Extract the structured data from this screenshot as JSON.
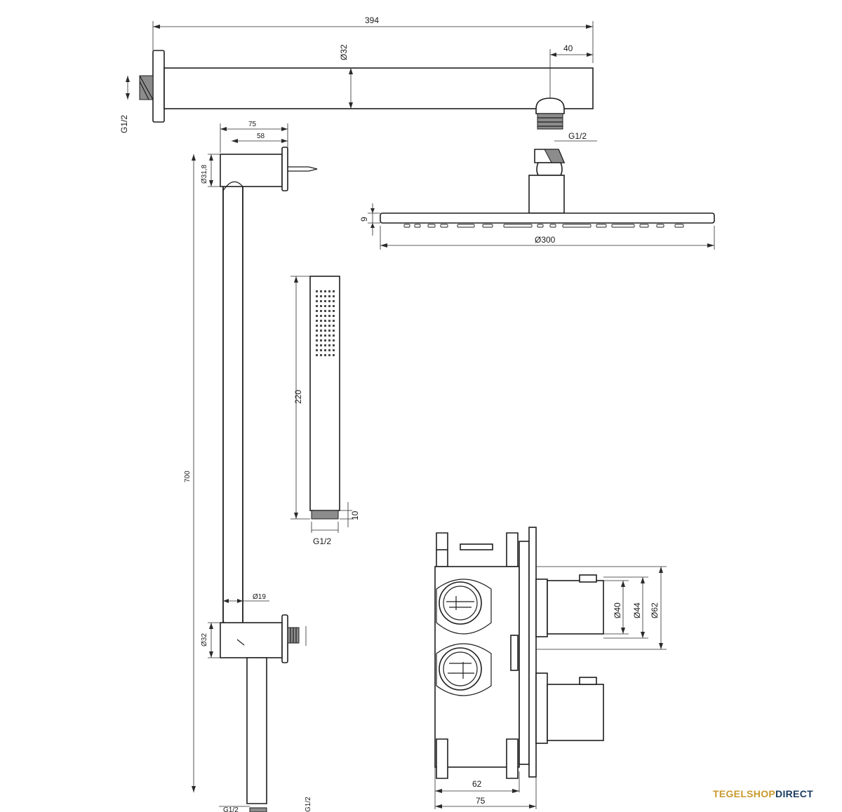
{
  "labels": {
    "arm_length": "394",
    "arm_diameter": "Ø32",
    "arm_end_offset": "40",
    "arm_thread": "G1/2",
    "arm_head_thread": "G1/2",
    "holder_width": "75",
    "holder_depth": "58",
    "holder_diameter": "Ø31,8",
    "head_height": "9",
    "head_diameter": "Ø300",
    "handshower_length": "220",
    "handshower_tail": "10",
    "handshower_thread": "G1/2",
    "rail_length": "700",
    "rail_diameter": "Ø19",
    "outlet_diameter": "Ø32",
    "outlet_thread_left": "G1/2",
    "outlet_thread_right": "G1/2",
    "box_depth_inner": "62",
    "box_depth_outer": "75",
    "knob_d1": "Ø40",
    "knob_d2": "Ø44",
    "knob_d3": "Ø62"
  },
  "brand": {
    "part1": "TEGELSHOP",
    "part2": "DIRECT"
  },
  "colors": {
    "line": "#1e1e1e",
    "thread": "#8c8c8c",
    "brand_gold": "#c99a2e",
    "brand_navy": "#1a3a5e"
  }
}
